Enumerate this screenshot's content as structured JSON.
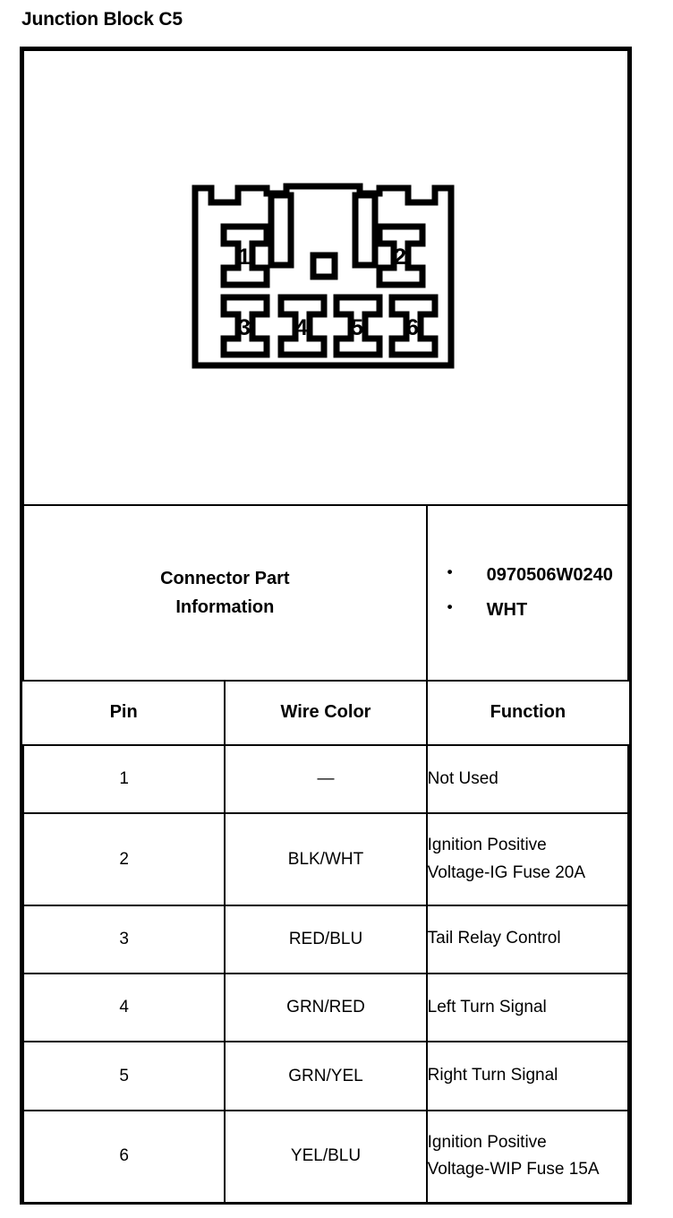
{
  "page": {
    "title": "Junction Block C5"
  },
  "diagram": {
    "name": "connector-pinout-diagram",
    "pin_labels": [
      "1",
      "2",
      "3",
      "4",
      "5",
      "6"
    ],
    "outline_color": "#000000",
    "fill_color": "#ffffff"
  },
  "connector_part": {
    "label_line1": "Connector Part",
    "label_line2": "Information",
    "values": [
      "0970506W0240",
      "WHT"
    ]
  },
  "pin_table": {
    "headers": [
      "Pin",
      "Wire Color",
      "Function"
    ],
    "rows": [
      {
        "pin": "1",
        "wire_color": "—",
        "function_line1": "Not Used",
        "function_line2": ""
      },
      {
        "pin": "2",
        "wire_color": "BLK/WHT",
        "function_line1": "Ignition Positive",
        "function_line2": "Voltage-IG Fuse 20A"
      },
      {
        "pin": "3",
        "wire_color": "RED/BLU",
        "function_line1": "Tail Relay Control",
        "function_line2": ""
      },
      {
        "pin": "4",
        "wire_color": "GRN/RED",
        "function_line1": "Left Turn Signal",
        "function_line2": ""
      },
      {
        "pin": "5",
        "wire_color": "GRN/YEL",
        "function_line1": "Right Turn Signal",
        "function_line2": ""
      },
      {
        "pin": "6",
        "wire_color": "YEL/BLU",
        "function_line1": "Ignition Positive",
        "function_line2": "Voltage-WIP Fuse 15A"
      }
    ]
  }
}
